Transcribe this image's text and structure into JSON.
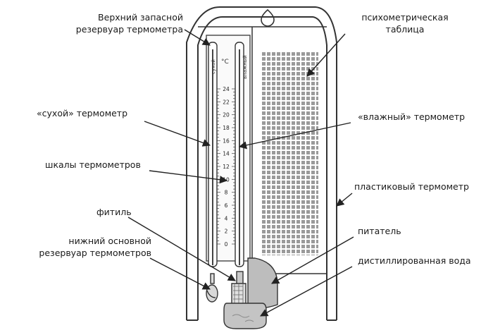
{
  "labels": {
    "upper_reservoir": [
      "Верхний запасной",
      "резервуар термометра"
    ],
    "dry_thermometer": "«сухой» термометр",
    "scales": "шкалы термометров",
    "wick": "фитиль",
    "lower_reservoir": [
      "нижний основной",
      "резервуар термометров"
    ],
    "psychrometric_table": [
      "психометрическая",
      "таблица"
    ],
    "wet_thermometer": "«влажный» термометр",
    "plastic_thermometer": "пластиковый термометр",
    "feeder": "питатель",
    "distilled_water": "дистиллированная вода"
  },
  "scale": {
    "unit": "°C",
    "dry_caption": "сухой",
    "wet_caption": "влажный",
    "ticks": [
      "24",
      "22",
      "20",
      "18",
      "16",
      "14",
      "12",
      "10",
      "8",
      "6",
      "4",
      "2",
      "0"
    ]
  }
}
